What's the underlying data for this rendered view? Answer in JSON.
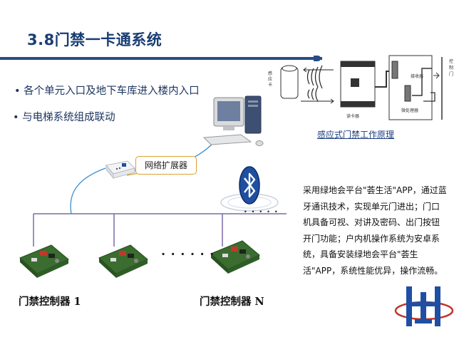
{
  "slide": {
    "title": "3.8门禁一卡通系统",
    "bullets": [
      "•  各个单元入口及地下车库进入楼内入口",
      "• 与电梯系统组成联动"
    ],
    "network_expander_label": "网络扩展器",
    "controller_labels": [
      "门禁控制器  1",
      "门禁控制器 N"
    ],
    "ellipsis_row": "· · · · · ·",
    "ellipsis_bt": "· · · · ·",
    "diagram_caption": "感应式门禁工作原理",
    "diagram_small_labels": {
      "card": "感应卡",
      "reader": "读卡器",
      "receiver": "接收器",
      "processor": "微处理器",
      "door": "控制门"
    },
    "description": "采用绿地会平台\"荟生活\"APP，通过蓝牙通讯技术，实现单元门进出；门口机具备可视、对讲及密码、出门按钮开门功能；户内机操作系统为安卓系统，具备安装绿地会平台\"荟生活\"APP，系统性能优异，操作流畅。",
    "icons": [
      "computer-icon",
      "network-expander-icon",
      "bluetooth-icon",
      "controller-board-icon",
      "logo-mark"
    ],
    "colors": {
      "title": "#1a3e74",
      "rule": "#2a4c86",
      "bus_line": "#7a6aa8",
      "bubble_border": "#d9a233",
      "bluetooth": "#1e4fa0",
      "logo": "#1f4fa3"
    }
  }
}
